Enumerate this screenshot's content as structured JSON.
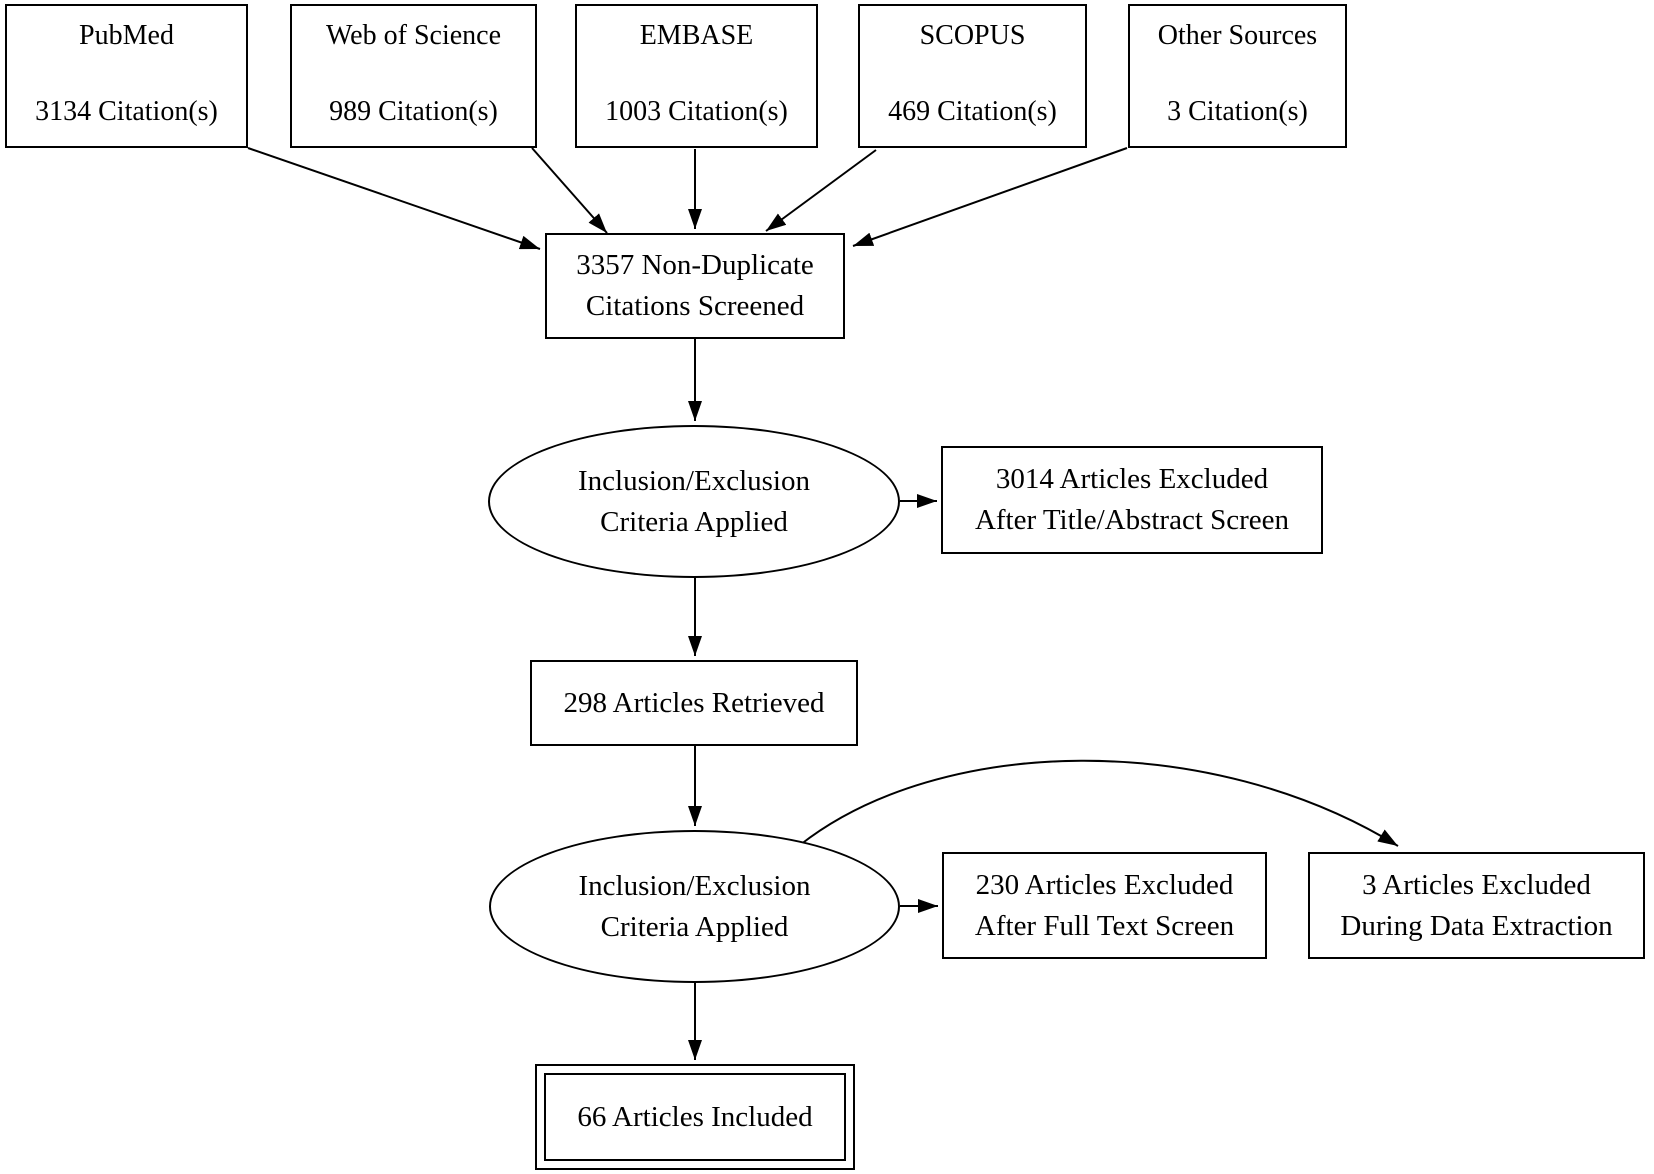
{
  "diagram": {
    "type": "flowchart",
    "background_color": "#ffffff",
    "line_color": "#000000",
    "sources": [
      {
        "name": "PubMed",
        "count": "3134 Citation(s)"
      },
      {
        "name": "Web of Science",
        "count": "989 Citation(s)"
      },
      {
        "name": "EMBASE",
        "count": "1003 Citation(s)"
      },
      {
        "name": "SCOPUS",
        "count": "469 Citation(s)"
      },
      {
        "name": "Other Sources",
        "count": "3 Citation(s)"
      }
    ],
    "screened": {
      "line1": "3357 Non-Duplicate",
      "line2": "Citations Screened"
    },
    "criteria_1": {
      "line1": "Inclusion/Exclusion",
      "line2": "Criteria Applied"
    },
    "excluded_title_abstract": {
      "line1": "3014 Articles Excluded",
      "line2": "After Title/Abstract Screen"
    },
    "retrieved": {
      "label": "298 Articles Retrieved"
    },
    "criteria_2": {
      "line1": "Inclusion/Exclusion",
      "line2": "Criteria Applied"
    },
    "excluded_full_text": {
      "line1": "230 Articles Excluded",
      "line2": "After Full Text Screen"
    },
    "excluded_data_extraction": {
      "line1": "3 Articles Excluded",
      "line2": "During Data Extraction"
    },
    "included": {
      "label": "66 Articles Included"
    }
  }
}
